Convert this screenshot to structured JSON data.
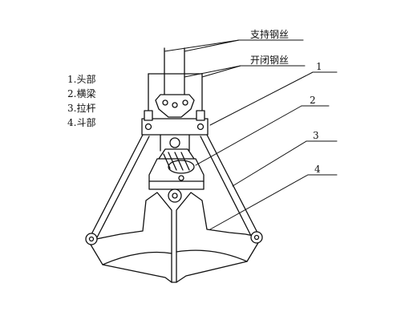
{
  "callouts": {
    "support_wire": "支持钢丝",
    "open_close_wire": "开闭钢丝"
  },
  "part_numbers": [
    "1",
    "2",
    "3",
    "4"
  ],
  "legend": [
    "1.头部",
    "2.横梁",
    "3.拉杆",
    "4.斗部"
  ]
}
